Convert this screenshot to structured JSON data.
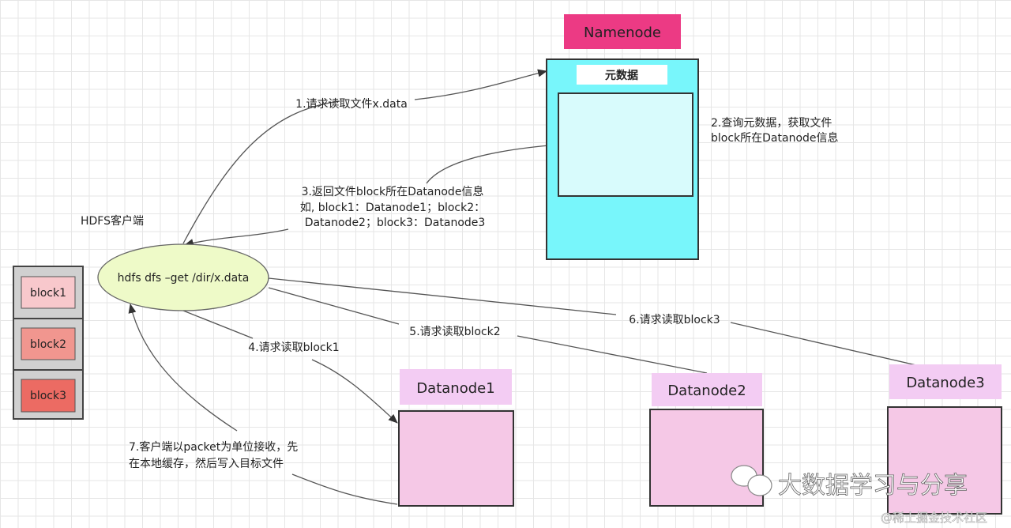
{
  "client": {
    "label": "HDFS客户端",
    "command": "hdfs dfs –get /dir/x.data",
    "blocks": [
      "block1",
      "block2",
      "block3"
    ]
  },
  "namenode": {
    "title": "Namenode",
    "metadata_label": "元数据"
  },
  "datanodes": [
    "Datanode1",
    "Datanode2",
    "Datanode3"
  ],
  "steps": {
    "s1": "1.请求读取文件x.data",
    "s2": [
      "2.查询元数据，获取文件",
      "block所在Datanode信息"
    ],
    "s3": [
      "3.返回文件block所在Datanode信息",
      "如, block1：Datanode1；block2：",
      "Datanode2；block3：Datanode3"
    ],
    "s4": "4.请求读取block1",
    "s5": "5.请求读取block2",
    "s6": "6.请求读取block3",
    "s7": [
      "7.客户端以packet为单位接收，先",
      "在本地缓存，然后写入目标文件"
    ]
  },
  "watermark": {
    "main": "大数据学习与分享",
    "sub": "@稀土掘金技术社区",
    "icon": "wechat-icon"
  },
  "colors": {
    "namenode_label": "#ec3a84",
    "namenode_box": "#78f6fb",
    "client": "#eefac8",
    "datanode": "#f5c8e6",
    "block1": "#f8c8cc",
    "block2": "#f1968f",
    "block3": "#ec6b63"
  }
}
